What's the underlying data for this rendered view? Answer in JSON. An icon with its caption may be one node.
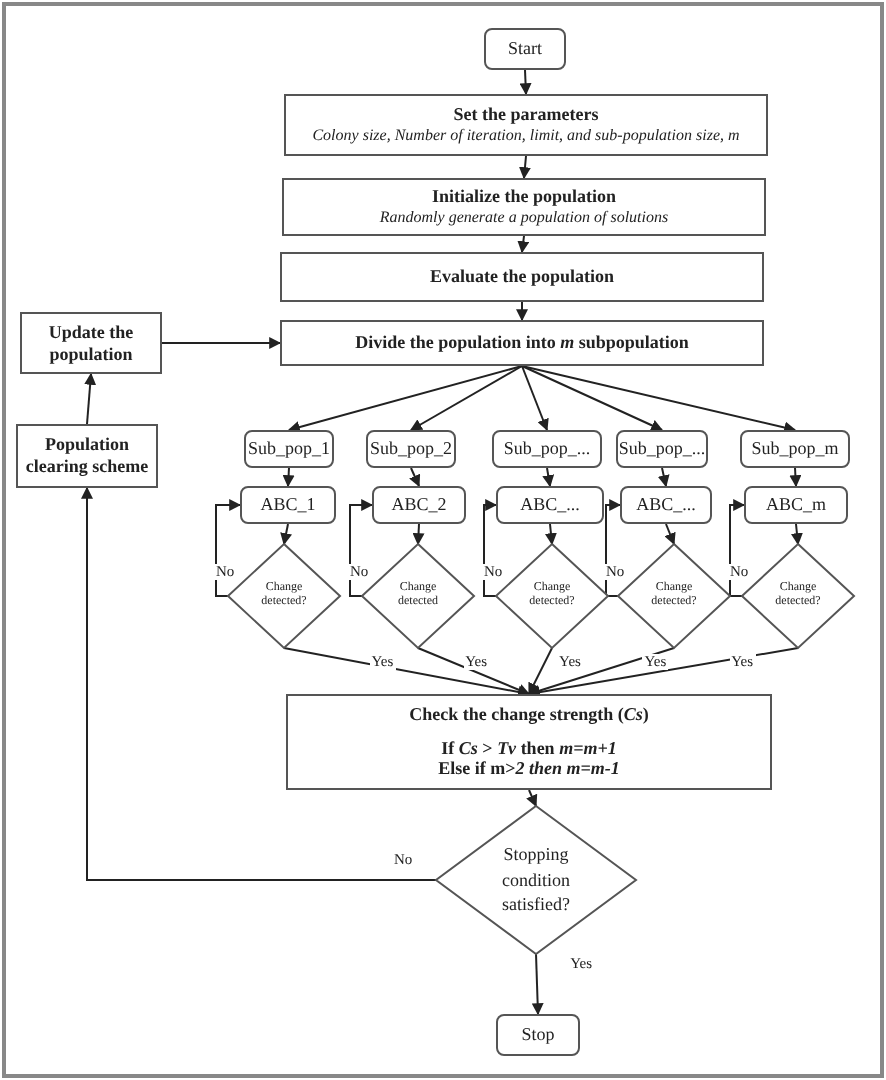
{
  "diagram": {
    "nodes": [
      {
        "text": [
          "Start"
        ]
      },
      {
        "text": [
          "Set the parameters",
          "Colony size, Number of iteration, limit, and sub-population size, m"
        ]
      },
      {
        "text": [
          "Initialize the population",
          "Randomly generate a population of solutions"
        ]
      },
      {
        "text": [
          "Evaluate the population"
        ]
      },
      {
        "text": [
          "Divide the population into *m* subpopulation"
        ]
      },
      {
        "text": [
          "Update the population"
        ]
      },
      {
        "text": [
          "Population clearing scheme"
        ]
      },
      {
        "text": [
          "Sub_pop_1"
        ]
      },
      {
        "text": [
          "Sub_pop_2"
        ]
      },
      {
        "text": [
          "Sub_pop_..."
        ]
      },
      {
        "text": [
          "Sub_pop_..."
        ]
      },
      {
        "text": [
          "Sub_pop_m"
        ]
      },
      {
        "text": [
          "ABC_1"
        ]
      },
      {
        "text": [
          "ABC_2"
        ]
      },
      {
        "text": [
          "ABC_..."
        ]
      },
      {
        "text": [
          "ABC_..."
        ]
      },
      {
        "text": [
          "ABC_m"
        ]
      },
      {
        "text": [
          "Change detected?"
        ]
      },
      {
        "text": [
          "Change detected"
        ]
      },
      {
        "text": [
          "Change detected?"
        ]
      },
      {
        "text": [
          "Change detected?"
        ]
      },
      {
        "text": [
          "Change detected?"
        ]
      },
      {
        "text": [
          "Check the change strength (*Cs*)",
          "If *Cs* > *Tv* then *m=m+1*",
          "Else if m>*2 then m=m-1*"
        ]
      },
      {
        "text": [
          "Stopping condition satisfied?"
        ]
      },
      {
        "text": [
          "Stop"
        ]
      }
    ],
    "edges": [
      {
        "from": 0,
        "to": 1,
        "arrow": "to"
      },
      {
        "from": 1,
        "to": 2,
        "arrow": "to"
      },
      {
        "from": 2,
        "to": 3,
        "arrow": "to"
      },
      {
        "from": 3,
        "to": 4,
        "arrow": "to"
      },
      {
        "from": 4,
        "to": 7,
        "arrow": "to"
      },
      {
        "from": 4,
        "to": 8,
        "arrow": "to"
      },
      {
        "from": 4,
        "to": 9,
        "arrow": "to"
      },
      {
        "from": 4,
        "to": 10,
        "arrow": "to"
      },
      {
        "from": 4,
        "to": 11,
        "arrow": "to"
      },
      {
        "from": 7,
        "to": 12,
        "arrow": "to"
      },
      {
        "from": 8,
        "to": 13,
        "arrow": "to"
      },
      {
        "from": 9,
        "to": 14,
        "arrow": "to"
      },
      {
        "from": 10,
        "to": 15,
        "arrow": "to"
      },
      {
        "from": 11,
        "to": 16,
        "arrow": "to"
      },
      {
        "from": 12,
        "to": 17,
        "arrow": "to"
      },
      {
        "from": 13,
        "to": 18,
        "arrow": "to"
      },
      {
        "from": 14,
        "to": 19,
        "arrow": "to"
      },
      {
        "from": 15,
        "to": 20,
        "arrow": "to"
      },
      {
        "from": 16,
        "to": 21,
        "arrow": "to"
      },
      {
        "from": 17,
        "to": 12,
        "arrow": "to",
        "label": "No"
      },
      {
        "from": 18,
        "to": 13,
        "arrow": "to",
        "label": "No"
      },
      {
        "from": 19,
        "to": 14,
        "arrow": "to",
        "label": "No"
      },
      {
        "from": 20,
        "to": 15,
        "arrow": "to",
        "label": "No"
      },
      {
        "from": 21,
        "to": 16,
        "arrow": "to",
        "label": "No"
      },
      {
        "from": 17,
        "to": 22,
        "arrow": "to",
        "label": "Yes"
      },
      {
        "from": 18,
        "to": 22,
        "arrow": "to",
        "label": "Yes"
      },
      {
        "from": 19,
        "to": 22,
        "arrow": "to",
        "label": "Yes"
      },
      {
        "from": 20,
        "to": 22,
        "arrow": "to",
        "label": "Yes"
      },
      {
        "from": 21,
        "to": 22,
        "arrow": "to",
        "label": "Yes"
      },
      {
        "from": 22,
        "to": 23,
        "arrow": "to"
      },
      {
        "from": 23,
        "to": 24,
        "arrow": "to",
        "label": "Yes"
      },
      {
        "from": 23,
        "to": 6,
        "arrow": "to",
        "label": "No"
      },
      {
        "from": 6,
        "to": 5,
        "arrow": "to"
      },
      {
        "from": 5,
        "to": 4,
        "arrow": "to"
      }
    ]
  }
}
